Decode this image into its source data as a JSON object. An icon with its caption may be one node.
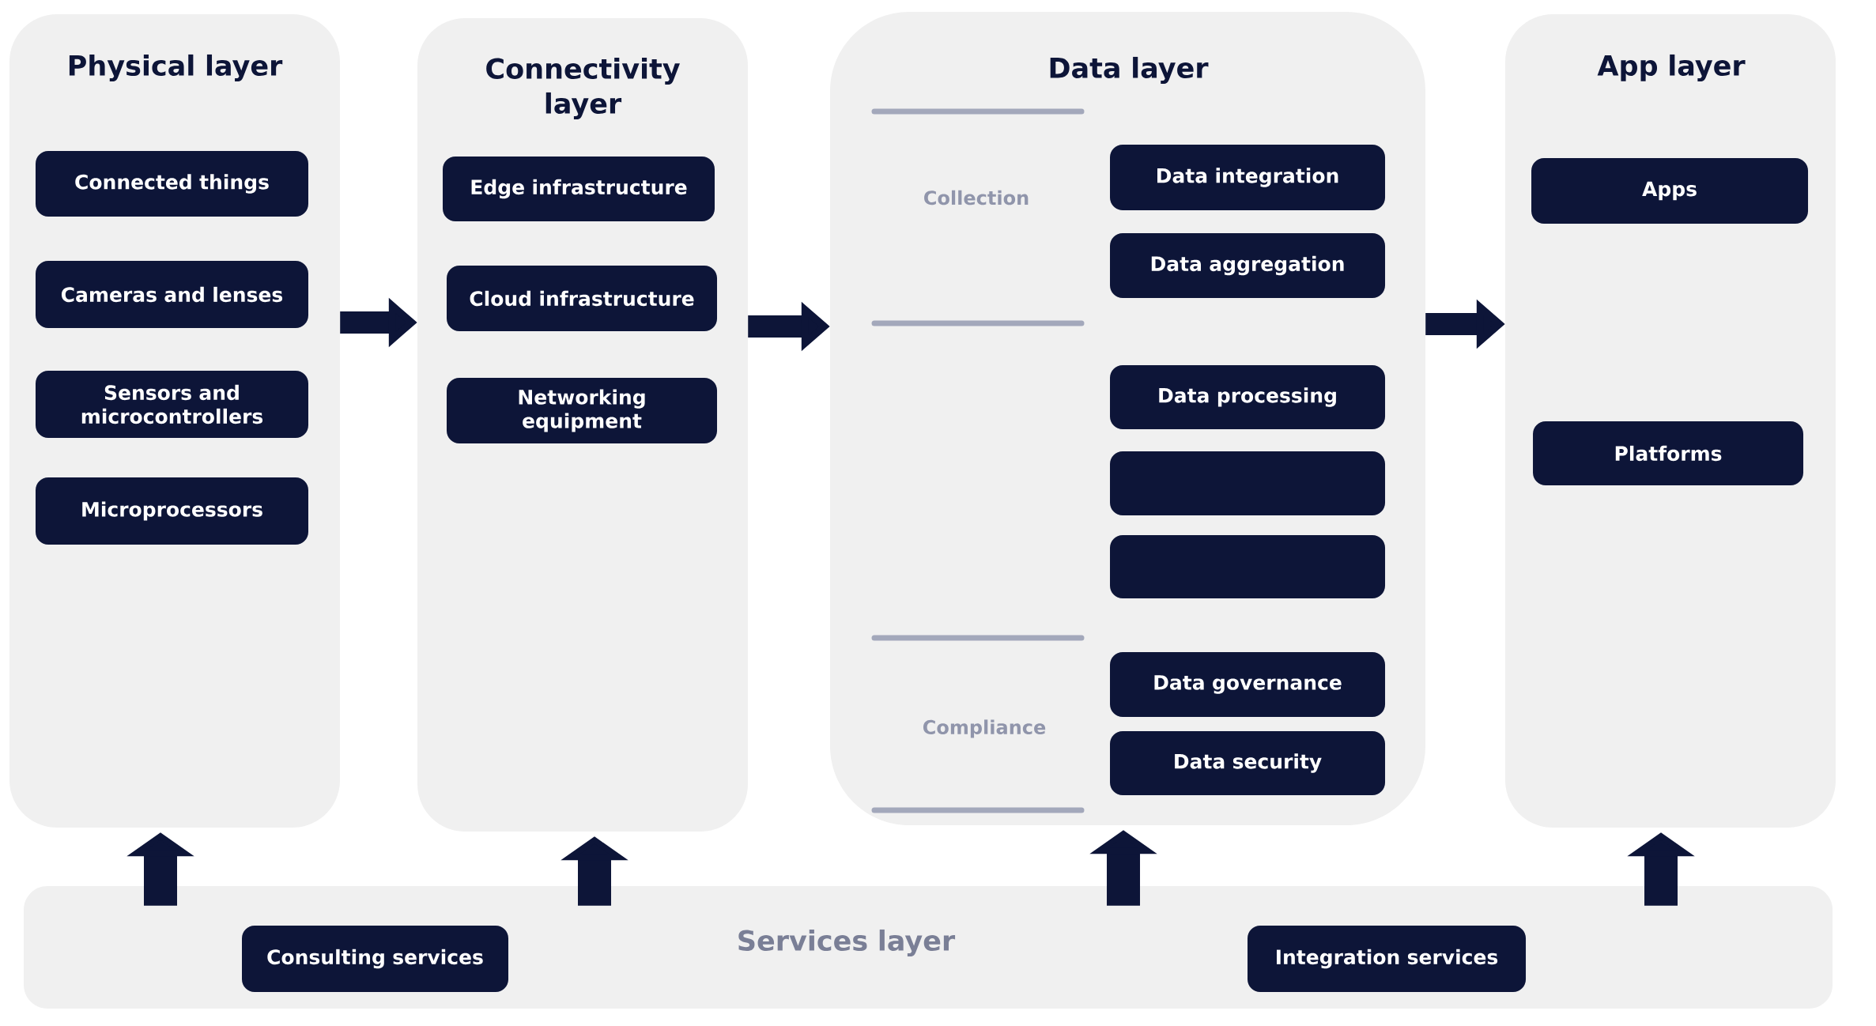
{
  "diagram": {
    "nodes": [
      {
        "text": [
          "Physical layer"
        ]
      },
      {
        "text": [
          "Connected things"
        ],
        "in": 0
      },
      {
        "text": [
          "Cameras and lenses"
        ],
        "in": 0
      },
      {
        "text": [
          "Sensors and microcontrollers"
        ],
        "in": 0
      },
      {
        "text": [
          "Microprocessors"
        ],
        "in": 0
      },
      {
        "text": [
          "Connectivity layer"
        ]
      },
      {
        "text": [
          "Edge infrastructure"
        ],
        "in": 5
      },
      {
        "text": [
          "Cloud infrastructure"
        ],
        "in": 5
      },
      {
        "text": [
          "Networking equipment"
        ],
        "in": 5
      },
      {
        "text": [
          "Data layer"
        ]
      },
      {
        "text": [
          "Data integration"
        ],
        "in": 9
      },
      {
        "text": [
          "Data aggregation"
        ],
        "in": 9
      },
      {
        "text": [
          "Data processing"
        ],
        "in": 9
      },
      {
        "text": [],
        "shape": "box",
        "in": 9
      },
      {
        "text": [],
        "shape": "box",
        "in": 9
      },
      {
        "text": [
          "Data governance"
        ],
        "in": 9
      },
      {
        "text": [
          "Data security"
        ],
        "in": 9
      },
      {
        "text": [
          "App layer"
        ]
      },
      {
        "text": [
          "Apps"
        ],
        "in": 17
      },
      {
        "text": [
          "Platforms"
        ],
        "in": 17
      },
      {
        "text": [
          "Services layer"
        ]
      },
      {
        "text": [
          "Consulting services"
        ],
        "in": 20
      },
      {
        "text": [
          "Integration services"
        ],
        "in": 20
      }
    ],
    "edges": [
      {
        "from": 0,
        "to": 5,
        "arrow": "to"
      },
      {
        "from": 5,
        "to": 9,
        "arrow": "to"
      },
      {
        "from": 9,
        "to": 17,
        "arrow": "to"
      },
      {
        "from": 20,
        "to": 0,
        "arrow": "to"
      },
      {
        "from": 20,
        "to": 5,
        "arrow": "to"
      },
      {
        "from": 20,
        "to": 9,
        "arrow": "to"
      },
      {
        "from": 20,
        "to": 17,
        "arrow": "to"
      }
    ],
    "labels": [
      "Collection",
      "Compliance"
    ]
  }
}
